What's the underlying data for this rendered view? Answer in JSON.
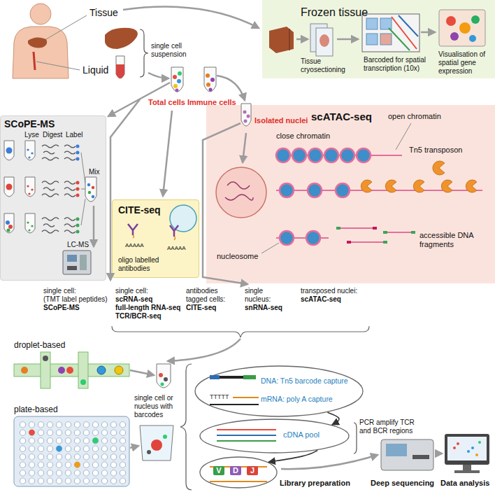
{
  "diagram": {
    "nodes": [
      {
        "text": [
          "Frozen tissue",
          "Tissue cryosectioning",
          "Barcoded for spatial transcription (10x)",
          "Visualisation of spatial gene expression"
        ]
      },
      {
        "text": [
          "SCoPE-MS",
          "Lyse",
          "Digest",
          "Label",
          "Mix",
          "LC-MS"
        ]
      },
      {
        "text": [
          "CITE-seq",
          "oligo labelled antibodies",
          "AAAAA",
          "AAAAA"
        ]
      },
      {
        "text": [
          "scATAC-seq",
          "open chromatin",
          "close chromatin",
          "Tn5 transposon",
          "nucleosome",
          "accessible DNA fragments"
        ]
      },
      {
        "text": [
          "DNA: Tn5 barcode capture",
          "mRNA: poly A capture"
        ]
      },
      {
        "text": [
          "cDNA pool"
        ]
      },
      {
        "text": [
          "V",
          "D",
          "J"
        ]
      }
    ],
    "edges": [
      {
        "from": 4,
        "to": 5,
        "arrow": "to"
      },
      {
        "from": 5,
        "to": 6,
        "arrow": "to"
      }
    ],
    "labels": [
      "Tissue",
      "Liquid",
      "single cell suspension",
      "Total cells",
      "Immune cells",
      "Isolated nuclei",
      "single cell:",
      "(TMT label peptides)",
      "SCoPE-MS",
      "single cell:",
      "scRNA-seq",
      "full-length RNA-seq",
      "TCR/BCR-seq",
      "antibodies tagged cells:",
      "CITE-seq",
      "single nucleus:",
      "snRNA-seq",
      "transposed nuclei:",
      "scATAC-seq",
      "droplet-based",
      "single cell or nucleus with barcodes",
      "plate-based",
      "TTTTT",
      "PCR amplify TCR and BCR regions",
      "Library preparation",
      "Deep sequencing",
      "Data analysis"
    ]
  }
}
